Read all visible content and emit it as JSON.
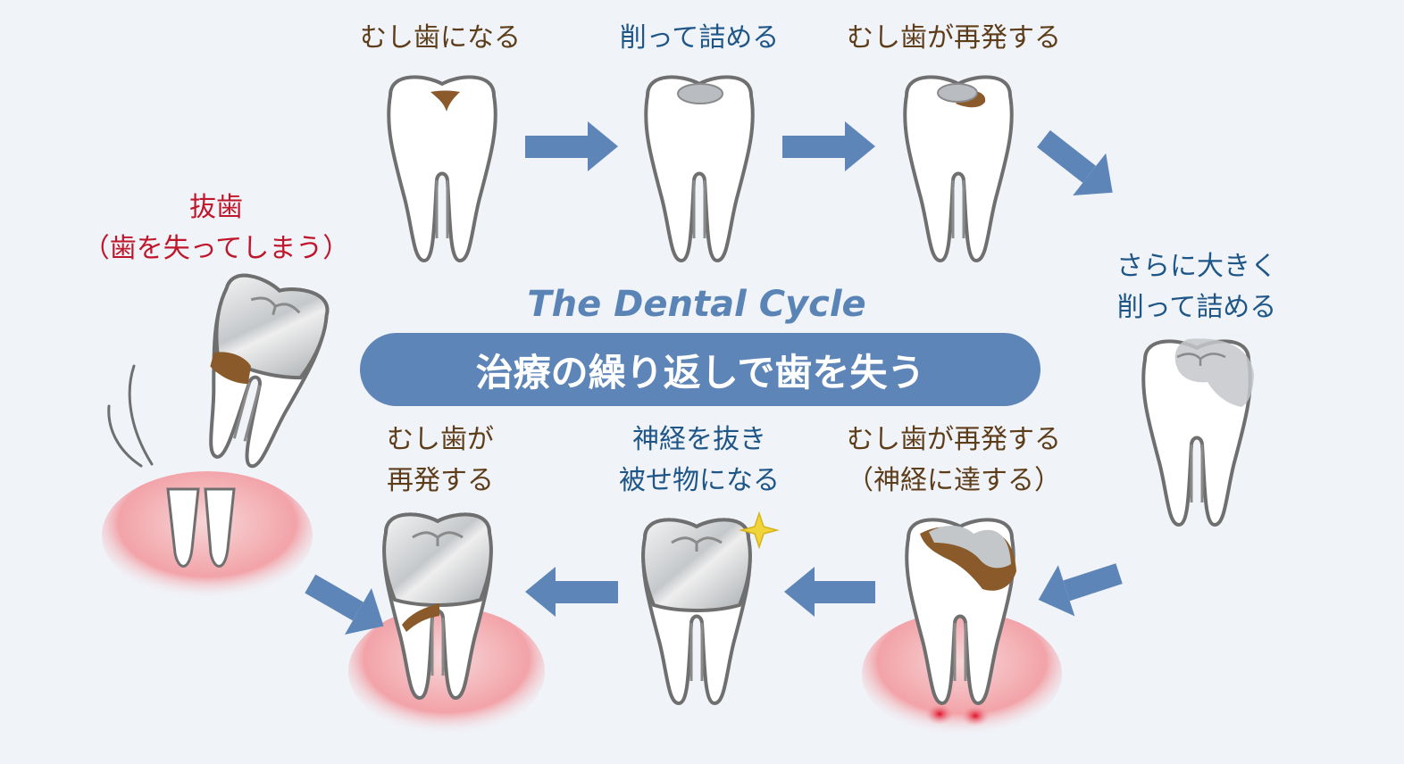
{
  "title": {
    "subtitle": "The Dental Cycle",
    "main": "治療の繰り返しで歯を失う"
  },
  "steps": [
    {
      "lines": [
        "むし歯になる"
      ]
    },
    {
      "lines": [
        "削って詰める"
      ]
    },
    {
      "lines": [
        "むし歯が再発する"
      ]
    },
    {
      "lines": [
        "さらに大きく",
        "削って詰める"
      ]
    },
    {
      "lines": [
        "むし歯が再発する",
        "（神経に達する）"
      ]
    },
    {
      "lines": [
        "神経を抜き",
        "被せ物になる"
      ]
    },
    {
      "lines": [
        "むし歯が",
        "再発する"
      ]
    },
    {
      "lines": [
        "抜歯",
        "（歯を失ってしまう）"
      ]
    }
  ],
  "colors": {
    "background": "#f0f3f8",
    "arrow": "#5e85b7",
    "label_brown": "#5e3d1a",
    "label_blue": "#1f5688",
    "label_red": "#c0162b",
    "decay": "#8a5a2b",
    "gum": "#f2a3a8",
    "filling": "#b9bdc1"
  }
}
